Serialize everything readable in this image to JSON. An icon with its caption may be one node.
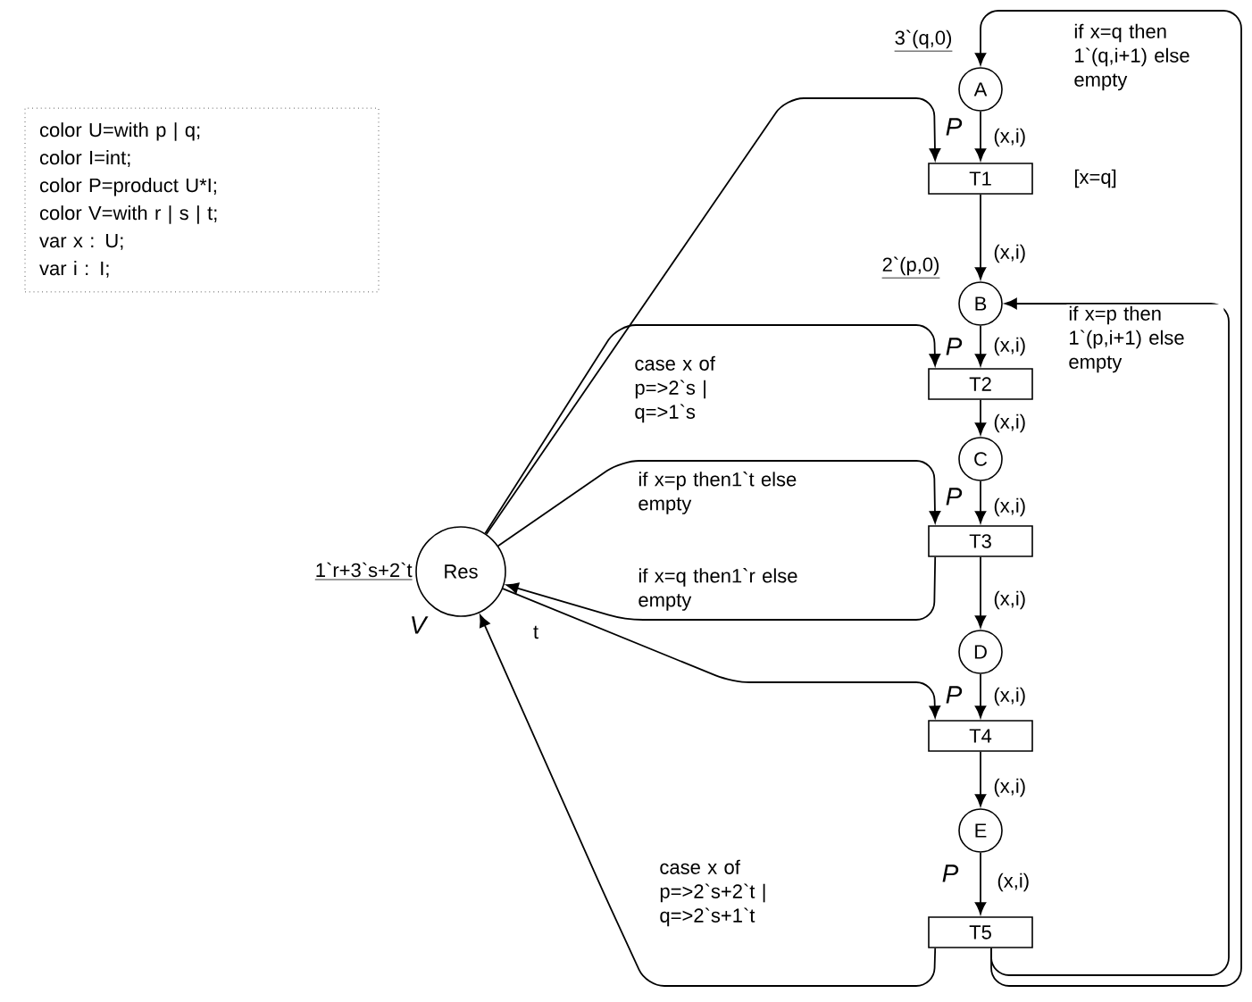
{
  "diagram": {
    "nodes": [
      {
        "text": [
          "color U=with p | q;",
          "color I=int;",
          "color P=product U*I;",
          "color V=with r | s | t;",
          "var x : U;",
          "var i : I;"
        ]
      },
      {
        "text": [
          "Res"
        ],
        "beside": [
          "1`r+3`s+2`t",
          "V"
        ]
      },
      {
        "text": [
          "A"
        ],
        "beside": [
          "3`(q,0)",
          "P"
        ]
      },
      {
        "text": [
          "T1"
        ],
        "beside": [
          "[x=q]"
        ]
      },
      {
        "text": [
          "B"
        ],
        "beside": [
          "2`(p,0)",
          "P"
        ]
      },
      {
        "text": [
          "T2"
        ]
      },
      {
        "text": [
          "C"
        ],
        "beside": [
          "P"
        ]
      },
      {
        "text": [
          "T3"
        ]
      },
      {
        "text": [
          "D"
        ],
        "beside": [
          "P"
        ]
      },
      {
        "text": [
          "T4"
        ]
      },
      {
        "text": [
          "E"
        ],
        "beside": [
          "P"
        ]
      },
      {
        "text": [
          "T5"
        ]
      }
    ],
    "edges": [
      {
        "from": 2,
        "to": 3,
        "arrow": "to",
        "label": "(x,i)"
      },
      {
        "from": 3,
        "to": 4,
        "arrow": "to",
        "label": "(x,i)"
      },
      {
        "from": 4,
        "to": 5,
        "arrow": "to",
        "label": "(x,i)"
      },
      {
        "from": 5,
        "to": 6,
        "arrow": "to",
        "label": "(x,i)"
      },
      {
        "from": 6,
        "to": 7,
        "arrow": "to",
        "label": "(x,i)"
      },
      {
        "from": 7,
        "to": 8,
        "arrow": "to",
        "label": "(x,i)"
      },
      {
        "from": 8,
        "to": 9,
        "arrow": "to",
        "label": "(x,i)"
      },
      {
        "from": 9,
        "to": 10,
        "arrow": "to",
        "label": "(x,i)"
      },
      {
        "from": 10,
        "to": 11,
        "arrow": "to",
        "label": "(x,i)"
      },
      {
        "from": 11,
        "to": 2,
        "arrow": "to",
        "label": "if x=q then 1`(q,i+1) else empty"
      },
      {
        "from": 11,
        "to": 4,
        "arrow": "to",
        "label": "if x=p then 1`(p,i+1) else empty"
      },
      {
        "from": 1,
        "to": 3,
        "arrow": "to"
      },
      {
        "from": 1,
        "to": 5,
        "arrow": "to",
        "label": "case x of p=>2`s | q=>1`s"
      },
      {
        "from": 1,
        "to": 7,
        "arrow": "to",
        "label": "if x=p then1`t else empty"
      },
      {
        "from": 7,
        "to": 1,
        "arrow": "to",
        "label": "if x=q then1`r else empty"
      },
      {
        "from": 1,
        "to": 9,
        "arrow": "to",
        "label": "t"
      },
      {
        "from": 11,
        "to": 1,
        "arrow": "to",
        "label": "case x of p=>2`s+2`t | q=>2`s+1`t"
      }
    ]
  }
}
